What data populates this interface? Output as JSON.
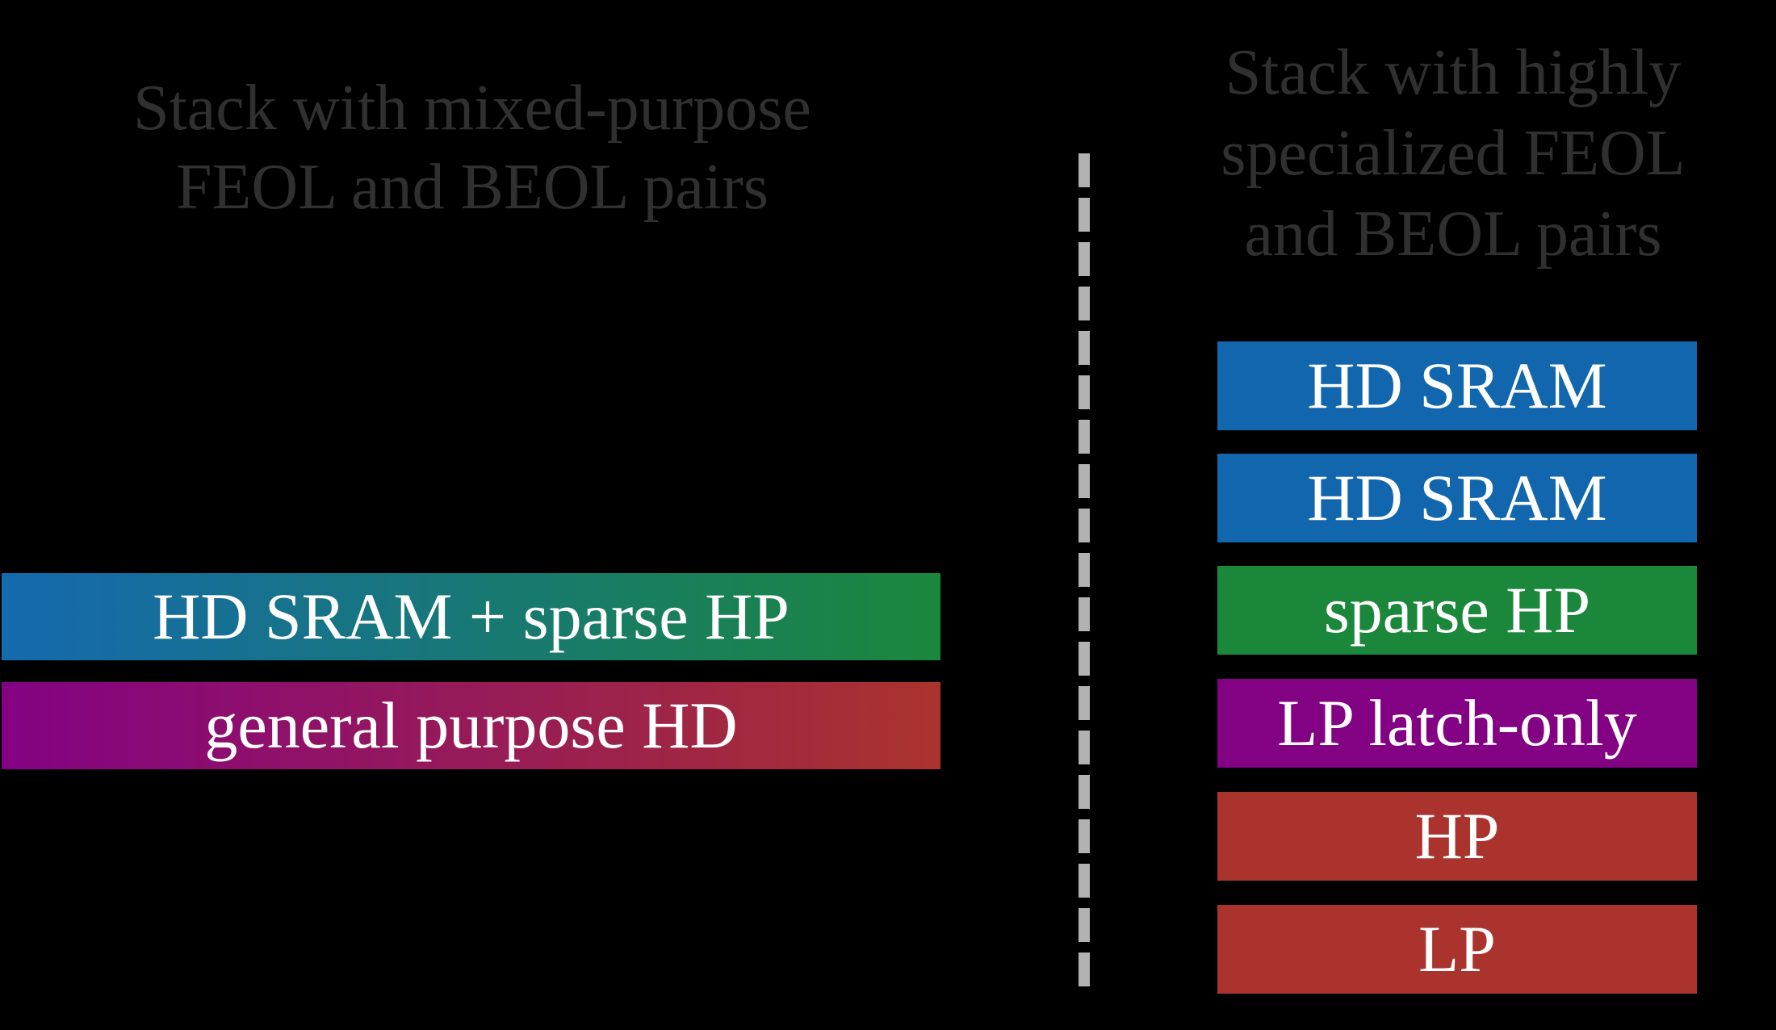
{
  "figure": {
    "background": "#000000",
    "title_color": "#303030",
    "bar_label_color": "#ffffff",
    "left_panel": {
      "title_lines": [
        "Stack with mixed-purpose",
        "FEOL and BEOL pairs"
      ],
      "bars": [
        {
          "label": "HD SRAM + sparse HP",
          "color_start": "#1569af",
          "color_end": "#1b873b",
          "background": "linear-gradient(90deg, #1569af 0%, #1b873b 100%)"
        },
        {
          "label": "general purpose HD",
          "color_start": "#830283",
          "color_end": "#aa332e",
          "background": "linear-gradient(90deg, #830283 0%, #aa332e 100%)"
        }
      ]
    },
    "divider": {
      "color": "#b2b2b2",
      "style": "dashed-vertical"
    },
    "right_panel": {
      "title_lines": [
        "Stack with highly",
        "specialized FEOL",
        "and BEOL pairs"
      ],
      "bars": [
        {
          "label": "HD SRAM",
          "color": "#1166ae",
          "background": "#1166ae"
        },
        {
          "label": "HD SRAM",
          "color": "#1166ae",
          "background": "#1166ae"
        },
        {
          "label": "sparse HP",
          "color": "#1b873b",
          "background": "#1b873b"
        },
        {
          "label": "LP latch-only",
          "color": "#830283",
          "background": "#830283"
        },
        {
          "label": "HP",
          "color": "#aa332e",
          "background": "#aa332e"
        },
        {
          "label": "LP",
          "color": "#aa332e",
          "background": "#aa332e"
        }
      ]
    }
  }
}
